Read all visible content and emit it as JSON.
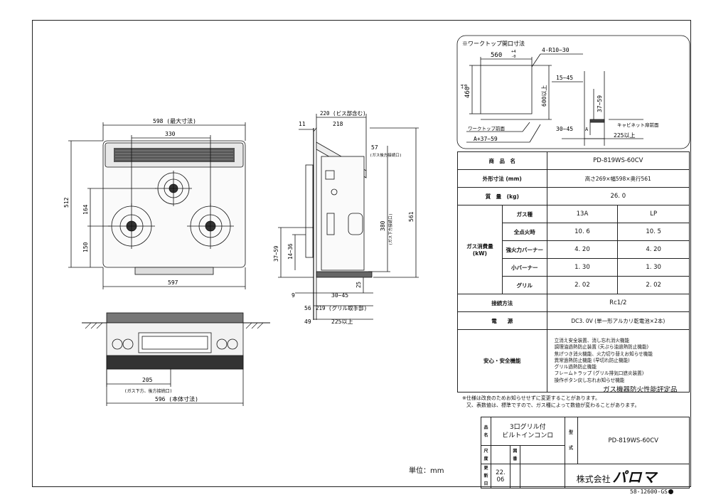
{
  "drawing": {
    "front_dims": {
      "top_width": "598 (最大寸法)",
      "burner_span": "330",
      "bottom_width": "597",
      "height_total": "512",
      "height_upper": "164",
      "height_lower": "150"
    },
    "side_dims": {
      "depth_screw": "220 (ビス部含む)",
      "d218": "218",
      "d11": "11",
      "d57": "57",
      "gas_rear": "(ガス後方接続口)",
      "d561": "561",
      "d380": "380",
      "gas_bottom": "(ガス下方接続口)",
      "d37_59": "37~59",
      "d14_36": "14~36",
      "d9": "9",
      "d30_45": "30~45",
      "d25": "25",
      "d56": "56",
      "d219": "219 (グリル取手部)",
      "d49": "49",
      "d225": "225以上"
    },
    "bottom_dims": {
      "d205": "205",
      "gas_note": "(ガス下方、後方接続口)",
      "d596": "596 (本体寸法)"
    },
    "unit": "単位：mm",
    "drawing_number": "58-12600-GS",
    "fire_rating": "ガス機器防火性能評定品",
    "notes": [
      "※仕様は改良のためお知らせせずに変更することがあります。",
      "又、表数値は、標準ですので、ガス種によって数値が変わることがあります。"
    ]
  },
  "worktop": {
    "title": "※ワークトップ開口寸法",
    "w560": "560",
    "w_tol_plus": "+4",
    "w_tol_minus": "-0",
    "radius": "4-R10~30",
    "h460": "460",
    "h_tol_plus": "+4",
    "h_tol_minus": "-0",
    "d600": "600以上",
    "d15_45": "15~45",
    "d37_59": "37~59",
    "cabinet": "キャビネット扉前面",
    "worktop_front": "ワークトップ前面",
    "a_formula": "A+37~59",
    "d30_45": "30~45",
    "a_label": "A",
    "d225": "225以上"
  },
  "spec": {
    "name_label": "商　品　名",
    "name_value": "PD-819WS-60CV",
    "size_label": "外形寸法 (mm)",
    "size_value": "高さ269×幅598×奥行561",
    "mass_label": "質　量　(kg)",
    "mass_value": "26. 0",
    "gas_type_label": "ガス種",
    "gas_13a": "13A",
    "gas_lp": "LP",
    "consumption_label": "ガス消費量",
    "consumption_unit": "(kW)",
    "rows": [
      {
        "label": "全点火時",
        "a": "10. 6",
        "b": "10. 5"
      },
      {
        "label": "強火力バーナー",
        "a": "4. 20",
        "b": "4. 20"
      },
      {
        "label": "小バーナー",
        "a": "1. 30",
        "b": "1. 30"
      },
      {
        "label": "グリル",
        "a": "2. 02",
        "b": "2. 02"
      }
    ],
    "connection_label": "接続方法",
    "connection_value": "Rc1/2",
    "power_label": "電　　源",
    "power_value": "DC3. 0V (単一形アルカリ乾電池×2本)",
    "safety_label": "安心・安全機能",
    "safety_features": [
      "立消え安全装置、消し忘れ消火機能",
      "調理油過熱防止装置 (天ぷら油過熱防止機能)",
      "焦げつき消火機能、火力切り替えお知らせ機能",
      "異常過熱防止機能 (早切れ防止機能)",
      "グリル過熱防止機能",
      "フレームトラップ (グリル排気口遮炎装置)",
      "操作ボタン戻し忘れお知らせ機能"
    ]
  },
  "title_block": {
    "hin": "品",
    "mei": "名",
    "product_line1": "3口グリル付",
    "product_line2": "ビルトインコンロ",
    "kata": "型",
    "shiki": "式",
    "model": "PD-819WS-60CV",
    "shaku": "尺",
    "do": "度",
    "zu": "図",
    "ban": "番",
    "kou": "更",
    "shin": "新",
    "hi": "日",
    "date": "22. 06",
    "company": "株式会社",
    "brand": "パロマ"
  }
}
